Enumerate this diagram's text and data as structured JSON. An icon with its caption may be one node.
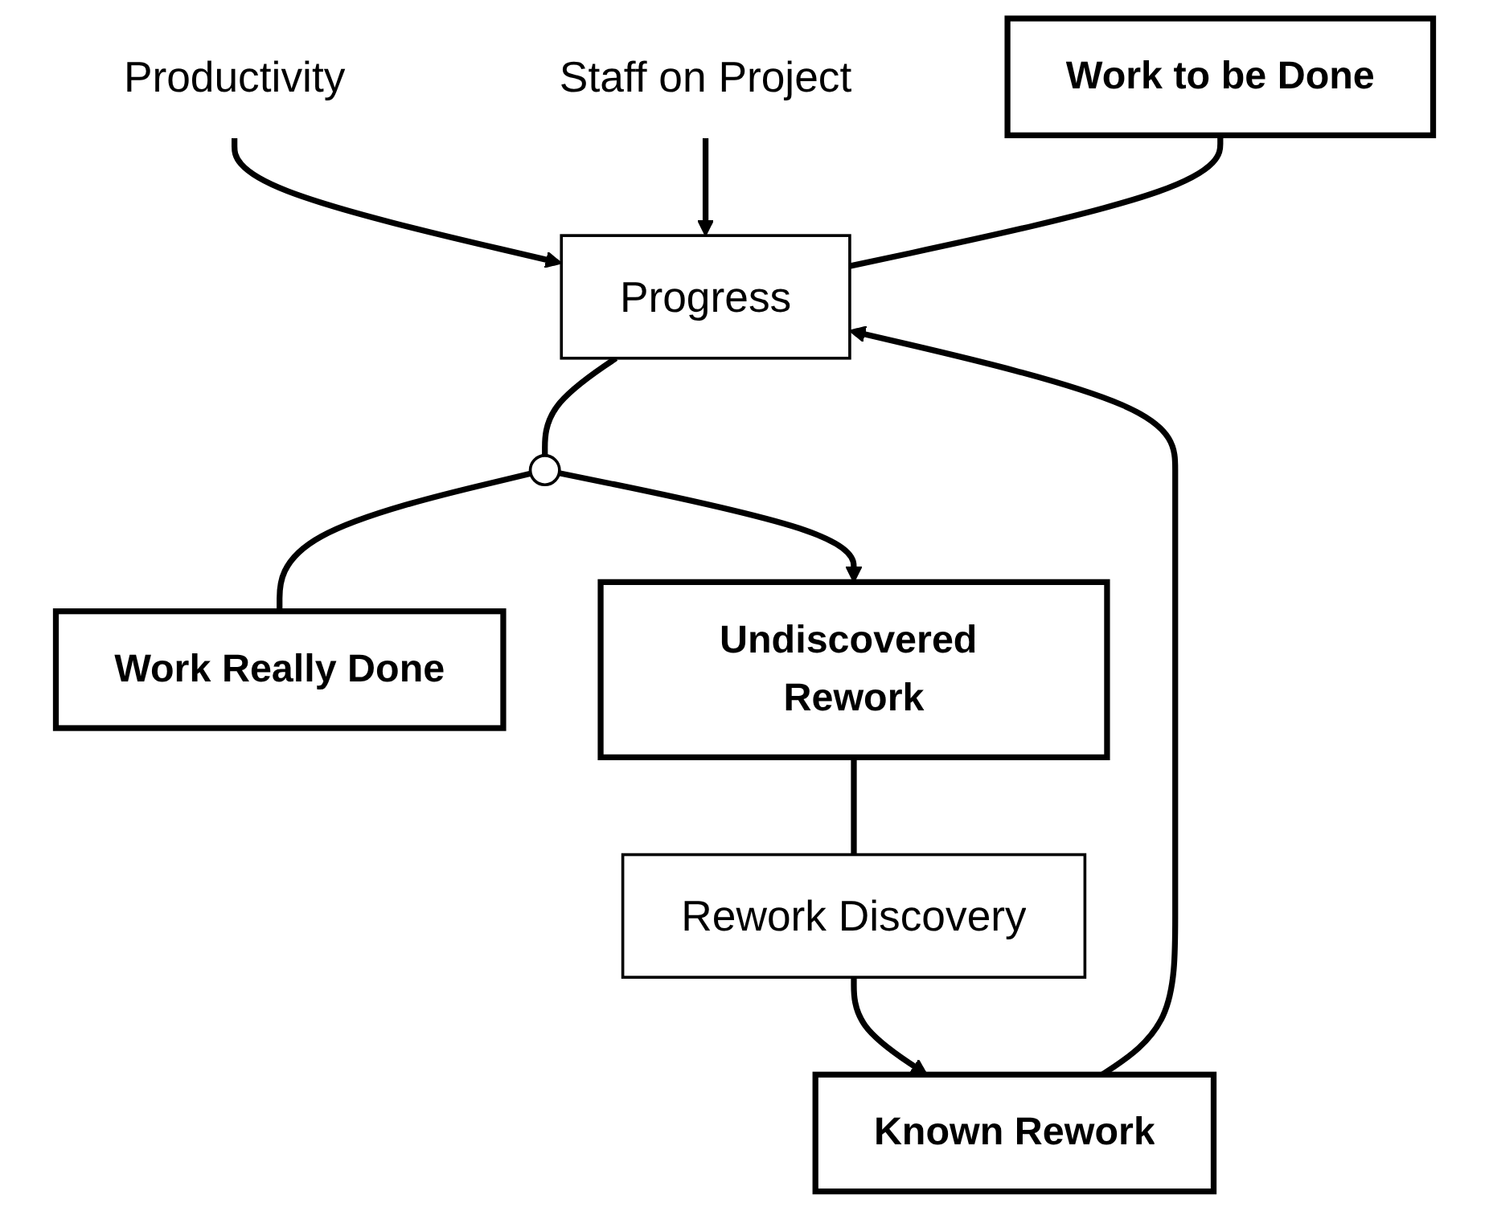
{
  "diagram": {
    "nodes": [
      {
        "text": [
          "Productivity"
        ]
      },
      {
        "text": [
          "Staff on Project"
        ]
      },
      {
        "text": [
          "Progress"
        ]
      },
      {
        "text": [
          "Work to be Done"
        ]
      },
      {
        "text": [],
        "shape": "circle"
      },
      {
        "text": [
          "Work Really Done"
        ]
      },
      {
        "text": [
          "Known Rework"
        ]
      },
      {
        "text": [
          "Undiscovered Rework"
        ]
      },
      {
        "text": [
          "Rework Discovery"
        ]
      }
    ],
    "edges": [
      {
        "from": 0,
        "to": 2,
        "arrow": "to"
      },
      {
        "from": 1,
        "to": 2,
        "arrow": "to"
      },
      {
        "from": 3,
        "to": 2,
        "arrow": "none"
      },
      {
        "from": 2,
        "to": 4,
        "arrow": "none"
      },
      {
        "from": 4,
        "to": 5,
        "arrow": "none"
      },
      {
        "from": 4,
        "to": 7,
        "arrow": "to"
      },
      {
        "from": 6,
        "to": 2,
        "arrow": "to"
      },
      {
        "from": 7,
        "to": 8,
        "arrow": "none"
      },
      {
        "from": 8,
        "to": 6,
        "arrow": "to"
      }
    ]
  }
}
